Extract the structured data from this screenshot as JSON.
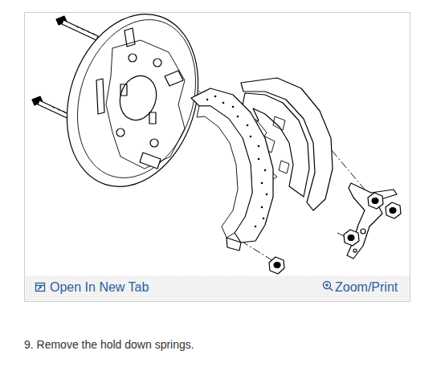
{
  "diagram": {
    "caption": "9. Remove the hold down springs.",
    "labels": [
      "Open In New Tab",
      "Zoom/Print"
    ]
  }
}
